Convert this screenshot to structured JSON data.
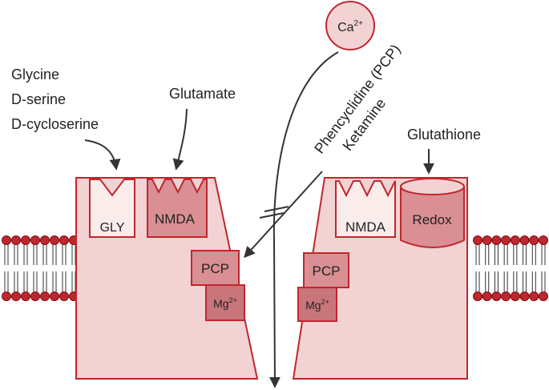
{
  "ion": {
    "base": "Ca",
    "charge": "2+"
  },
  "ligands": {
    "coagonist": [
      "Glycine",
      "D-serine",
      "D-cycloserine"
    ],
    "agonist": "Glutamate",
    "reducer": "Glutathione",
    "blocker_line1": "Phencyclidine (PCP)",
    "blocker_line2": "Ketamine"
  },
  "sites": {
    "gly": "GLY",
    "nmda_left": "NMDA",
    "nmda_right": "NMDA",
    "redox": "Redox",
    "pcp_left": "PCP",
    "pcp_right": "PCP",
    "mg_left": {
      "base": "Mg",
      "charge": "2+"
    },
    "mg_right": {
      "base": "Mg",
      "charge": "2+"
    }
  },
  "colors": {
    "outline": "#c0262e",
    "receptor_fill": "#f3d2d3",
    "site_dark": "#d98f93",
    "site_light": "#fbecec",
    "lipid_head": "#c0262e",
    "arrow": "#333333"
  }
}
